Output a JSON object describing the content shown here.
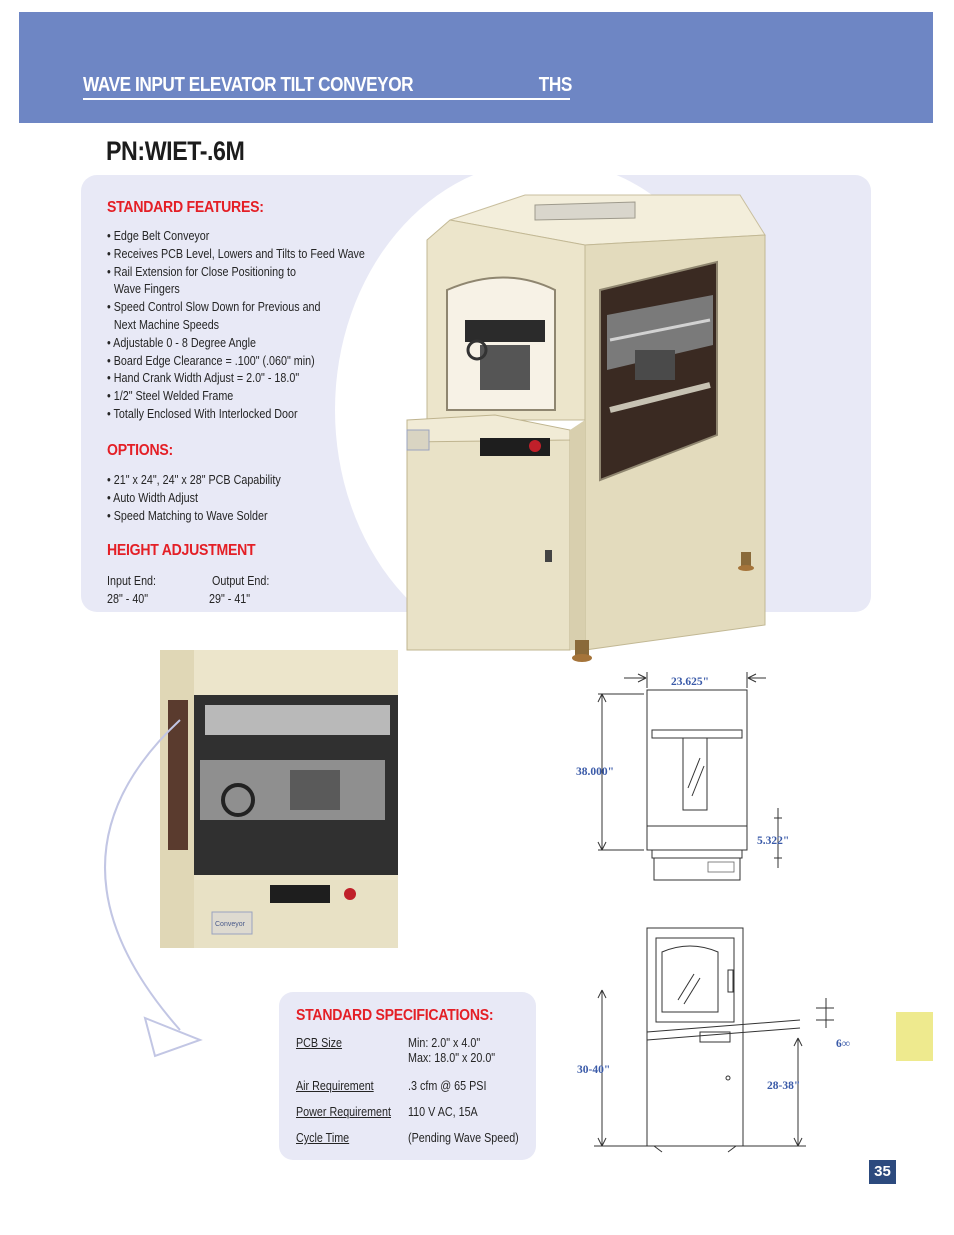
{
  "header": {
    "title": "WAVE INPUT ELEVATOR TILT CONVEYOR",
    "suffix": "THS",
    "band_color": "#6e86c4"
  },
  "part_number": "PN:WIET-.6M",
  "standard_features": {
    "heading": "STANDARD FEATURES:",
    "items": [
      "• Edge Belt Conveyor",
      "• Receives PCB Level, Lowers and Tilts to Feed Wave",
      "• Rail Extension for Close Positioning to",
      "Wave Fingers",
      "• Speed Control Slow Down for Previous and",
      "Next Machine Speeds",
      "• Adjustable 0 - 8 Degree Angle",
      "• Board Edge Clearance = .100\" (.060\" min)",
      "• Hand Crank Width Adjust = 2.0\" - 18.0\"",
      "• 1/2\" Steel Welded Frame",
      "• Totally Enclosed With Interlocked Door"
    ]
  },
  "options": {
    "heading": "OPTIONS:",
    "items": [
      "• 21\" x 24\", 24\" x 28\" PCB Capability",
      "• Auto Width Adjust",
      "• Speed Matching to Wave Solder"
    ]
  },
  "height_adjustment": {
    "heading": "HEIGHT ADJUSTMENT",
    "input_label": "Input End:",
    "input_value": "28\" - 40\"",
    "output_label": "Output End:",
    "output_value": "29\" - 41\""
  },
  "standard_specifications": {
    "heading": "STANDARD SPECIFICATIONS:",
    "rows": [
      {
        "label": "PCB Size",
        "value": "Min:     2.0\" x 4.0\"",
        "value2": "Max:     18.0\" x 20.0\""
      },
      {
        "label": "Air Requirement",
        "value": ".3 cfm @ 65 PSI"
      },
      {
        "label": "Power Requirement",
        "value": "110 V AC, 15A"
      },
      {
        "label": "Cycle Time",
        "value": "(Pending Wave Speed)"
      }
    ]
  },
  "drawing_front": {
    "width": "23.625\"",
    "height": "38.000\"",
    "base": "5.322\""
  },
  "drawing_side": {
    "overall": "30-40\"",
    "conveyor": "28-38\"",
    "tilt": "6∞"
  },
  "photo_badge": "Conveyor",
  "page_number": "35",
  "colors": {
    "accent_red": "#e41f26",
    "panel_lavender": "#e8e9f6",
    "machine_cream": "#ede6cf",
    "dimension_blue": "#3a5aa8",
    "page_badge": "#2c4a7e",
    "tab_yellow": "#eeea8e"
  }
}
